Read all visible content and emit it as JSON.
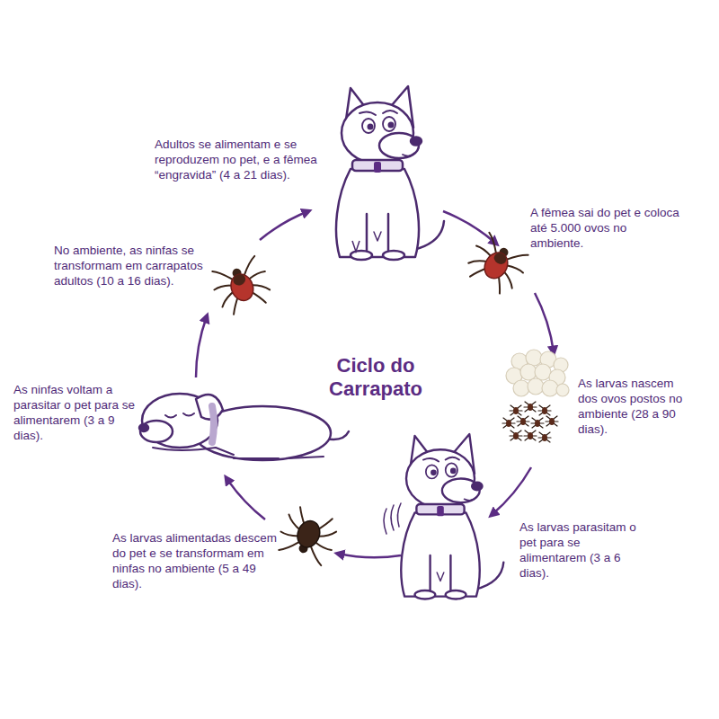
{
  "diagram": {
    "nodes": [
      {
        "text": [
          "Ciclo do Carrapato"
        ]
      }
    ],
    "labels": [
      "Adultos se alimentam e se reproduzem no pet, e a fêmea “engravida” (4 a 21 dias).",
      "A fêmea sai do pet e coloca até 5.000 ovos no ambiente.",
      "As larvas nascem dos ovos postos no ambiente (28 a 90 dias).",
      "As larvas parasitam o pet para se alimentarem (3 a 6 dias).",
      "As larvas alimentadas descem do pet e se transformam em ninfas no ambiente (5 a 49 dias).",
      "As ninfas voltam a parasitar o pet para se alimentarem (3 a 9 dias).",
      "No ambiente, as ninfas se transformam em carrapatos adultos (10 a 16 dias)."
    ]
  }
}
